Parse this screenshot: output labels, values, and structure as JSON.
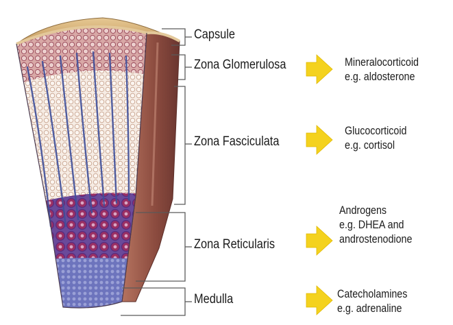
{
  "zones": [
    {
      "label": "Capsule"
    },
    {
      "label": "Zona Glomerulosa",
      "hormone_class": "Mineralocorticoid",
      "example": "e.g. aldosterone"
    },
    {
      "label": "Zona Fasciculata",
      "hormone_class": "Glucocorticoid",
      "example": "e.g. cortisol"
    },
    {
      "label": "Zona Reticularis",
      "hormone_class": "Androgens",
      "example_lines": [
        "e.g. DHEA and",
        "androstenodione"
      ]
    },
    {
      "label": "Medulla",
      "hormone_class": "Catecholamines",
      "example": "e.g. adrenaline"
    }
  ],
  "colors": {
    "capsule_top": "#d9b57a",
    "glomerulosa": "#c98a8a",
    "fasciculata": "#f3e6dc",
    "vessel": "#3f4f9a",
    "reticularis": "#8b2a5c",
    "medulla": "#5a5fae",
    "side_wall": "#8a4a3e",
    "arrow": "#f4d21e",
    "bracket": "#5a5a5a"
  }
}
